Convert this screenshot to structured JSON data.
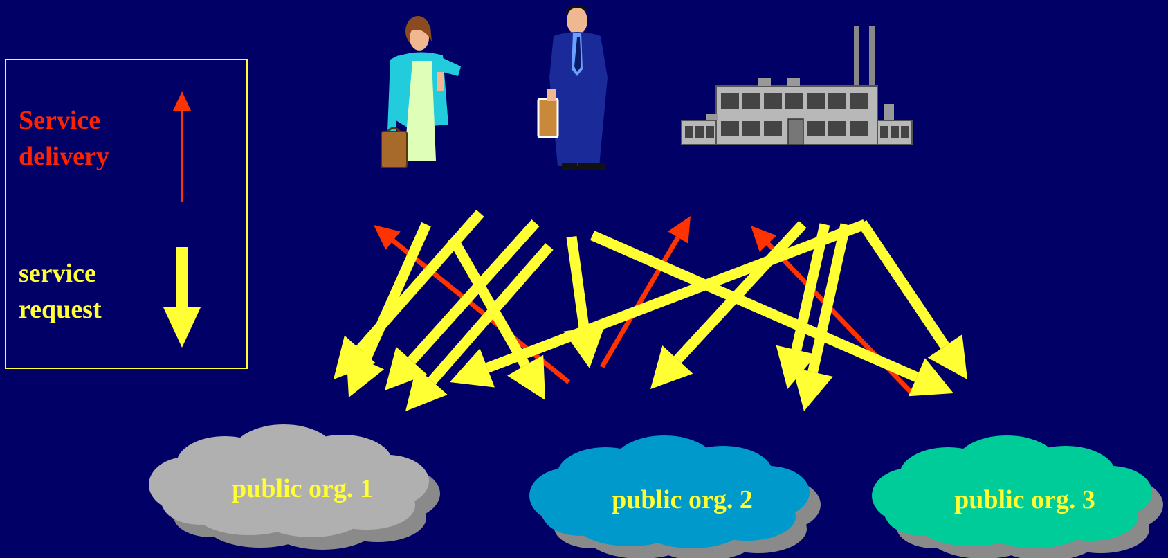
{
  "legend": {
    "delivery_label_line1": "Service",
    "delivery_label_line2": "delivery",
    "request_label_line1": "service",
    "request_label_line2": "request"
  },
  "organizations": [
    {
      "label": "public org. 1",
      "color": "#b0b0b0"
    },
    {
      "label": "public org. 2",
      "color": "#0099cc"
    },
    {
      "label": "public org. 3",
      "color": "#00cc99"
    }
  ],
  "actors": [
    "woman-icon",
    "businessman-icon",
    "factory-icon"
  ],
  "colors": {
    "background": "#000066",
    "request": "#ffff33",
    "delivery": "#ff3300"
  }
}
